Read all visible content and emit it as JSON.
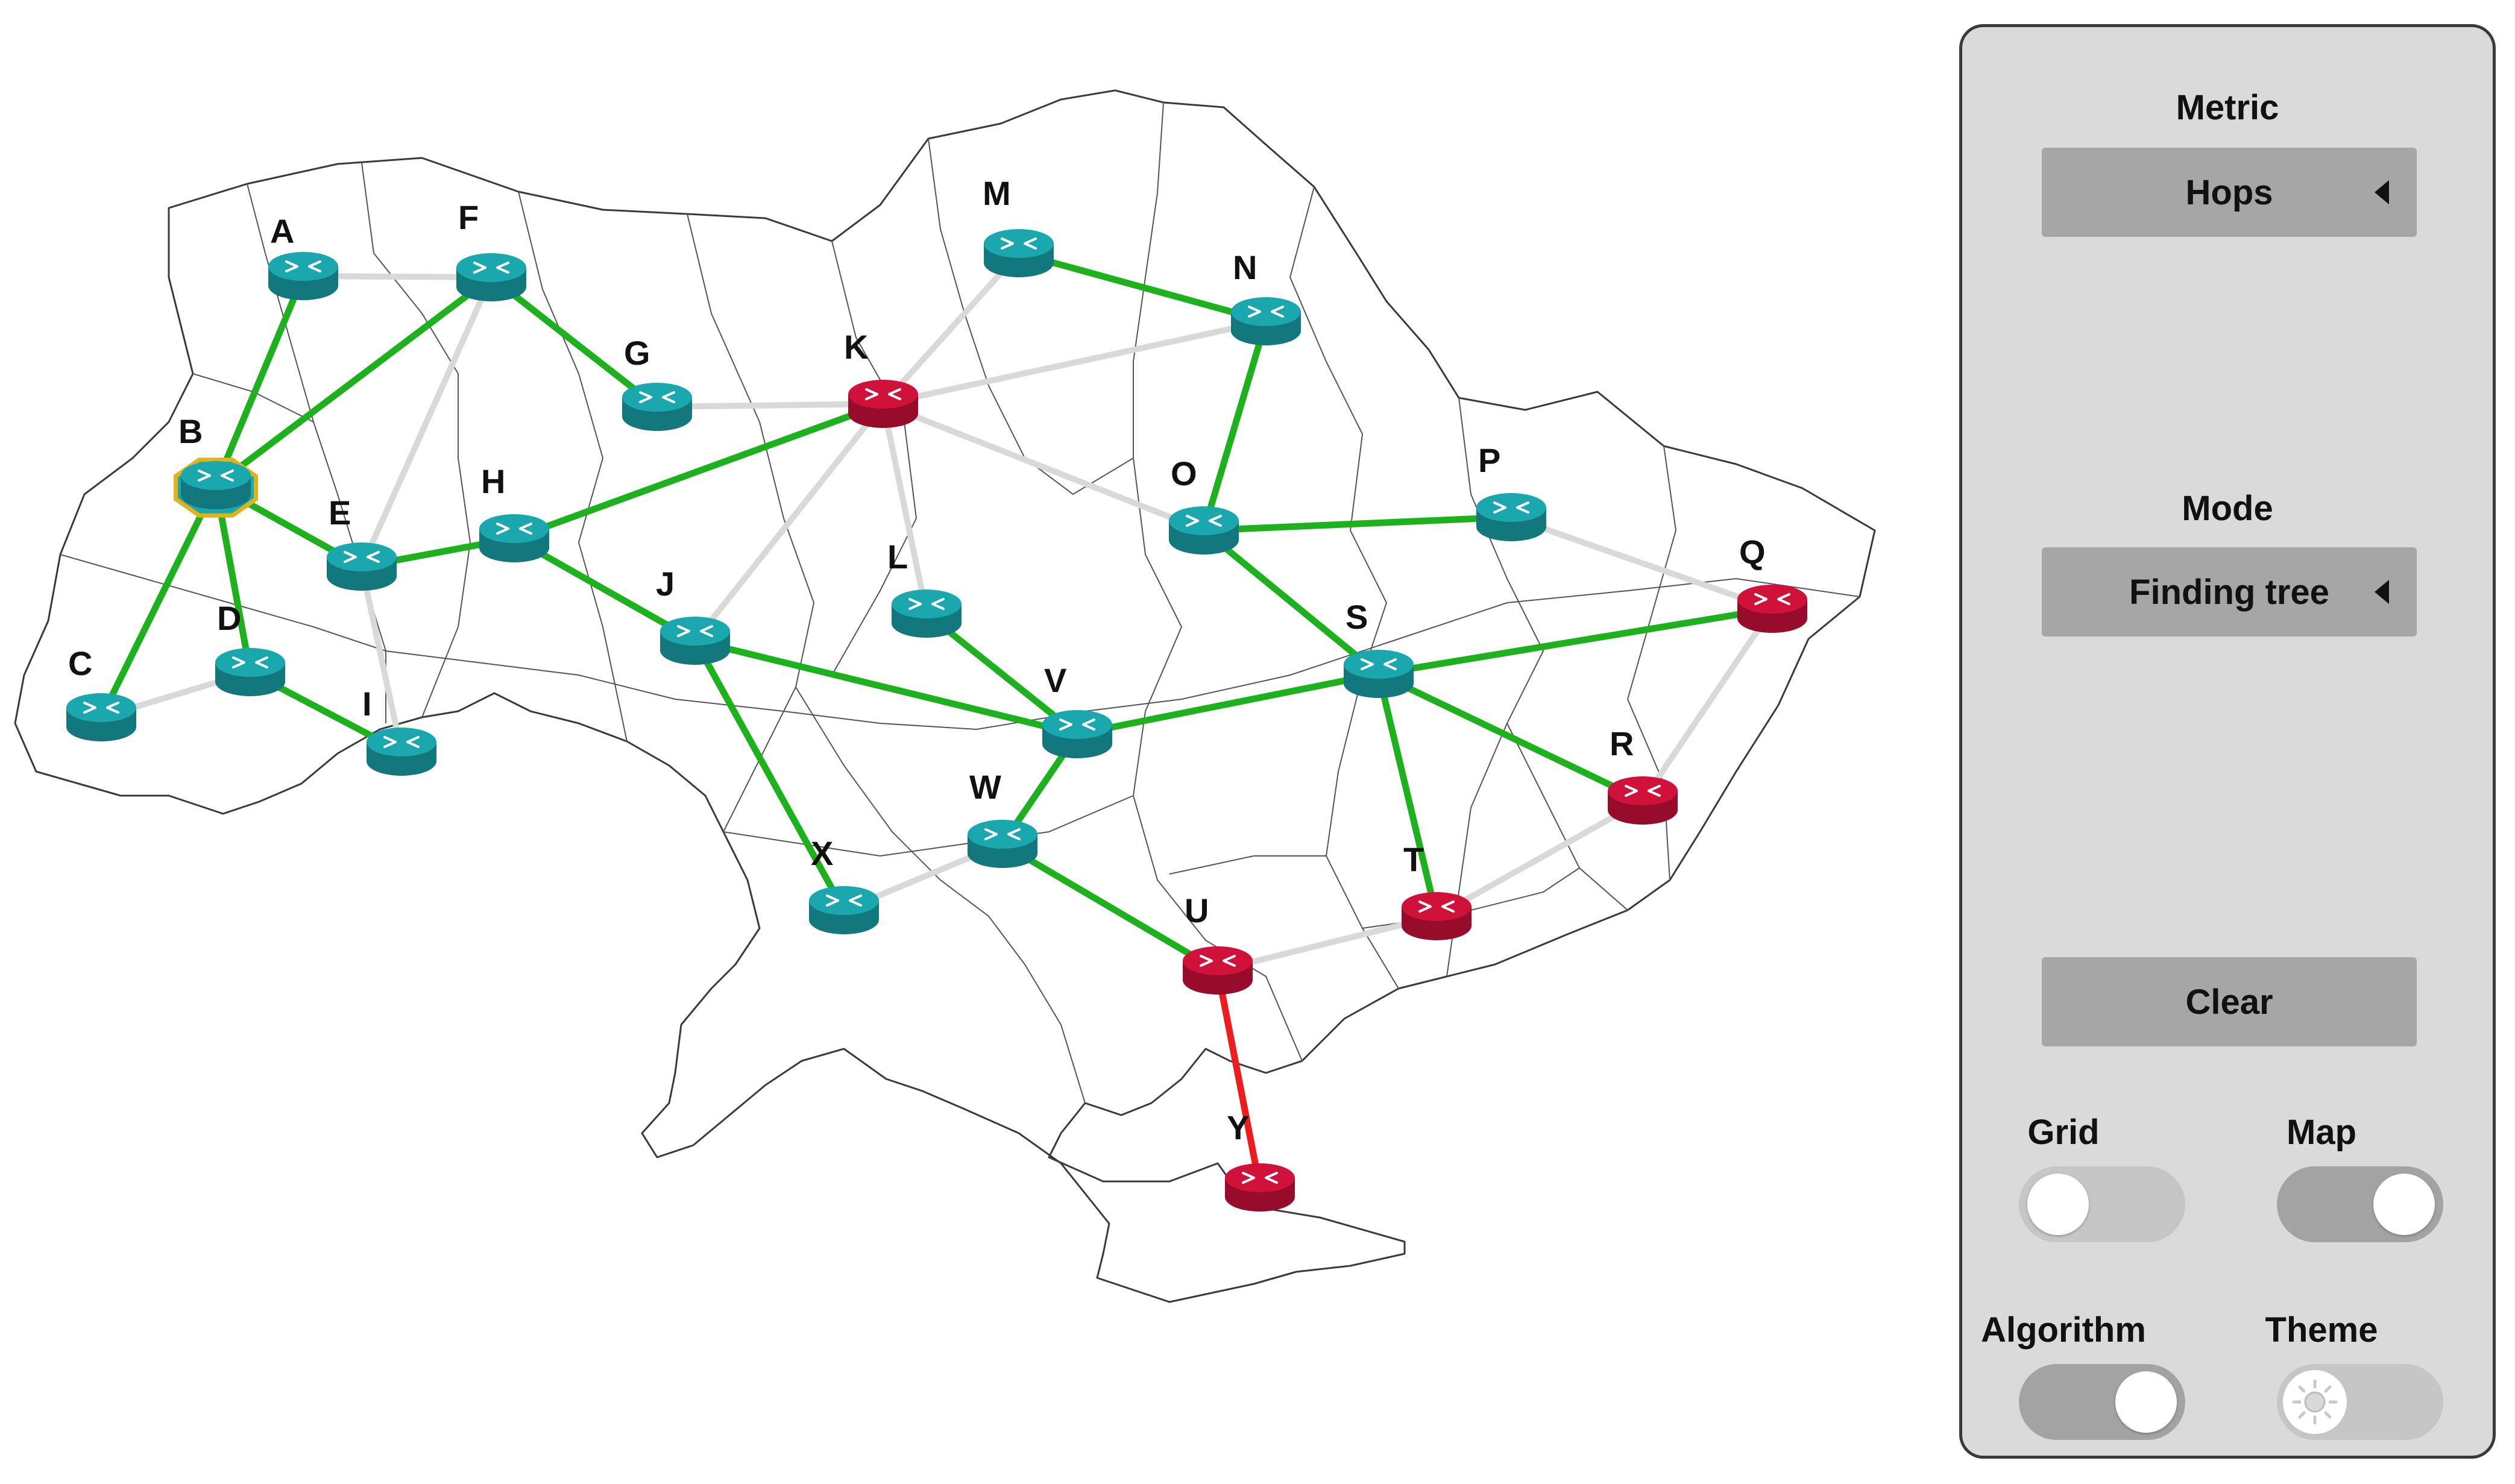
{
  "panel": {
    "metric_label": "Metric",
    "metric_value": "Hops",
    "mode_label": "Mode",
    "mode_value": "Finding tree",
    "clear_label": "Clear",
    "toggles": {
      "grid": {
        "label": "Grid",
        "on": false
      },
      "map": {
        "label": "Map",
        "on": true
      },
      "algorithm": {
        "label": "Algorithm",
        "on": true
      },
      "theme": {
        "label": "Theme",
        "icon": "sun-icon"
      }
    }
  },
  "colors": {
    "router_normal": "#1aa7ad",
    "router_alert": "#d0113a",
    "link_tree": "#1db21d",
    "link_idle": "#d9d9d9",
    "link_fail": "#ee1c1c",
    "selected_outline": "#e0b318"
  },
  "network": {
    "nodes": [
      {
        "id": "A",
        "status": "normal"
      },
      {
        "id": "B",
        "status": "selected"
      },
      {
        "id": "C",
        "status": "normal"
      },
      {
        "id": "D",
        "status": "normal"
      },
      {
        "id": "E",
        "status": "normal"
      },
      {
        "id": "F",
        "status": "normal"
      },
      {
        "id": "G",
        "status": "normal"
      },
      {
        "id": "H",
        "status": "normal"
      },
      {
        "id": "I",
        "status": "normal"
      },
      {
        "id": "J",
        "status": "normal"
      },
      {
        "id": "K",
        "status": "alert"
      },
      {
        "id": "L",
        "status": "normal"
      },
      {
        "id": "M",
        "status": "normal"
      },
      {
        "id": "N",
        "status": "normal"
      },
      {
        "id": "O",
        "status": "normal"
      },
      {
        "id": "P",
        "status": "normal"
      },
      {
        "id": "Q",
        "status": "alert"
      },
      {
        "id": "R",
        "status": "alert"
      },
      {
        "id": "S",
        "status": "normal"
      },
      {
        "id": "T",
        "status": "alert"
      },
      {
        "id": "U",
        "status": "alert"
      },
      {
        "id": "V",
        "status": "normal"
      },
      {
        "id": "W",
        "status": "normal"
      },
      {
        "id": "X",
        "status": "normal"
      },
      {
        "id": "Y",
        "status": "alert"
      }
    ],
    "links": [
      {
        "from": "A",
        "to": "F",
        "state": "idle"
      },
      {
        "from": "F",
        "to": "E",
        "state": "idle"
      },
      {
        "from": "E",
        "to": "I",
        "state": "idle"
      },
      {
        "from": "C",
        "to": "D",
        "state": "idle"
      },
      {
        "from": "G",
        "to": "K",
        "state": "idle"
      },
      {
        "from": "M",
        "to": "K",
        "state": "idle"
      },
      {
        "from": "K",
        "to": "N",
        "state": "idle"
      },
      {
        "from": "K",
        "to": "L",
        "state": "idle"
      },
      {
        "from": "K",
        "to": "J",
        "state": "idle"
      },
      {
        "from": "K",
        "to": "O",
        "state": "idle"
      },
      {
        "from": "P",
        "to": "Q",
        "state": "idle"
      },
      {
        "from": "Q",
        "to": "R",
        "state": "idle"
      },
      {
        "from": "R",
        "to": "T",
        "state": "idle"
      },
      {
        "from": "T",
        "to": "U",
        "state": "idle"
      },
      {
        "from": "X",
        "to": "W",
        "state": "idle"
      },
      {
        "from": "B",
        "to": "A",
        "state": "tree"
      },
      {
        "from": "B",
        "to": "F",
        "state": "tree"
      },
      {
        "from": "B",
        "to": "C",
        "state": "tree"
      },
      {
        "from": "B",
        "to": "D",
        "state": "tree"
      },
      {
        "from": "B",
        "to": "E",
        "state": "tree"
      },
      {
        "from": "F",
        "to": "G",
        "state": "tree"
      },
      {
        "from": "D",
        "to": "I",
        "state": "tree"
      },
      {
        "from": "E",
        "to": "H",
        "state": "tree"
      },
      {
        "from": "H",
        "to": "K",
        "state": "tree"
      },
      {
        "from": "H",
        "to": "J",
        "state": "tree"
      },
      {
        "from": "J",
        "to": "V",
        "state": "tree"
      },
      {
        "from": "J",
        "to": "X",
        "state": "tree"
      },
      {
        "from": "L",
        "to": "V",
        "state": "tree"
      },
      {
        "from": "V",
        "to": "W",
        "state": "tree"
      },
      {
        "from": "V",
        "to": "S",
        "state": "tree"
      },
      {
        "from": "W",
        "to": "U",
        "state": "tree"
      },
      {
        "from": "M",
        "to": "N",
        "state": "tree"
      },
      {
        "from": "N",
        "to": "O",
        "state": "tree"
      },
      {
        "from": "O",
        "to": "P",
        "state": "tree"
      },
      {
        "from": "O",
        "to": "S",
        "state": "tree"
      },
      {
        "from": "S",
        "to": "Q",
        "state": "tree"
      },
      {
        "from": "S",
        "to": "R",
        "state": "tree"
      },
      {
        "from": "S",
        "to": "T",
        "state": "tree"
      },
      {
        "from": "U",
        "to": "Y",
        "state": "fail"
      }
    ]
  }
}
